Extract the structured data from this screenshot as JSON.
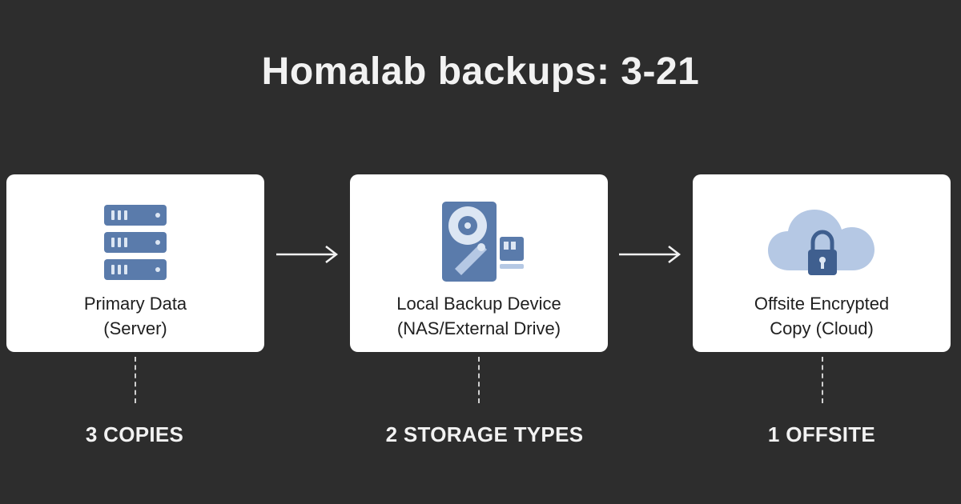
{
  "title": "Homalab backups: 3-21",
  "nodes": [
    {
      "line1": "Primary Data",
      "line2": "(Server)",
      "icon": "server-rack-icon"
    },
    {
      "line1": "Local Backup Device",
      "line2": "(NAS/External Drive)",
      "icon": "hard-drive-icon"
    },
    {
      "line1": "Offsite Encrypted",
      "line2": "Copy (Cloud)",
      "icon": "cloud-lock-icon"
    }
  ],
  "rules": [
    "3 COPIES",
    "2 STORAGE TYPES",
    "1 OFFSITE"
  ],
  "colors": {
    "background": "#2d2d2d",
    "card": "#ffffff",
    "icon_primary": "#5a7bab",
    "icon_dark": "#3f5f8f",
    "icon_light": "#b5c8e4",
    "text_light": "#f2f2f2",
    "text_dark": "#1f1f1f"
  }
}
